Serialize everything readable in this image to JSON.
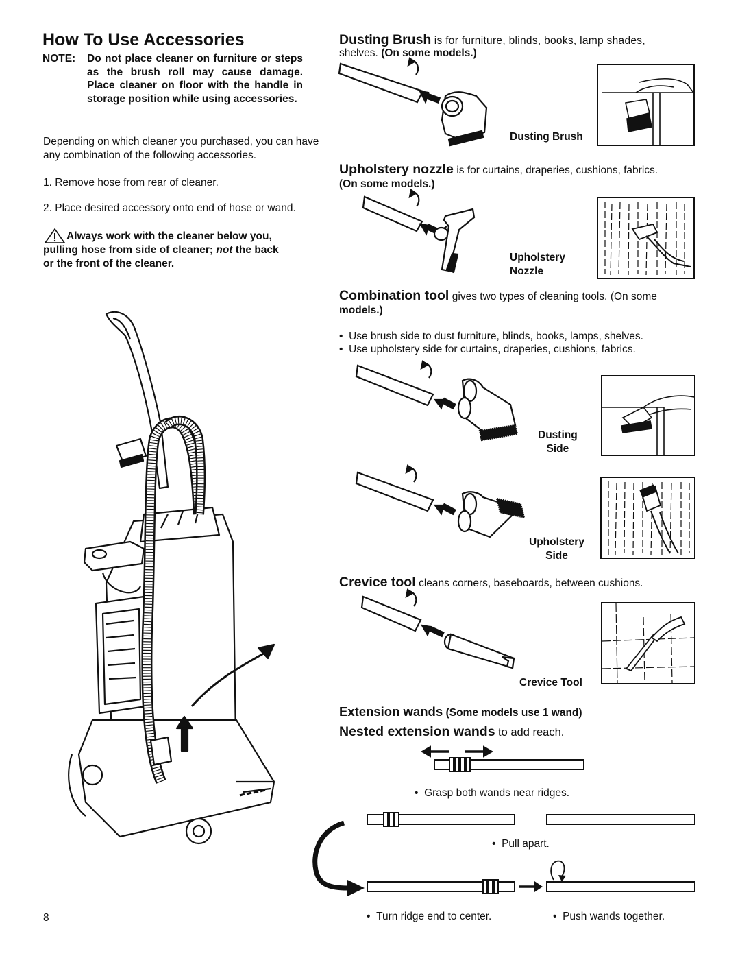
{
  "left": {
    "title": "How To Use Accessories",
    "note_prefix": "NOTE:",
    "note_text": "Do not place cleaner on furniture or steps as the brush roll may cause damage. Place cleaner on floor with the handle in storage position while using accessories.",
    "intro": "Depending on which cleaner you purchased, you can have any combination of the following accessories.",
    "step1": "1.  Remove hose from rear of cleaner.",
    "step2": "2.  Place desired accessory onto end of hose or wand.",
    "warning_line1": "Always work with the cleaner below you,",
    "warning_line2a": "pulling hose from side of cleaner; ",
    "warning_not": "not",
    "warning_line2b": " the back",
    "warning_line3": "or the front of the cleaner.",
    "page_number": "8"
  },
  "dusting_brush": {
    "heading": "Dusting Brush",
    "desc1": "is for furniture, blinds, books, lamp shades,",
    "desc2": "shelves.",
    "models": "(On some models.)",
    "caption": "Dusting Brush"
  },
  "upholstery": {
    "heading": "Upholstery nozzle",
    "desc": "is for curtains, draperies, cushions, fabrics.",
    "models": "(On some models.)",
    "caption_line1": "Upholstery",
    "caption_line2": "Nozzle"
  },
  "combination": {
    "heading": "Combination tool",
    "desc": "gives two types of cleaning tools.",
    "models_a": "(On some",
    "models_b": "models.)",
    "bullet1": "Use brush side to dust furniture, blinds, books, lamps, shelves.",
    "bullet2": "Use upholstery side for curtains, draperies, cushions, fabrics.",
    "dusting_line1": "Dusting",
    "dusting_line2": "Side",
    "upholstery_line1": "Upholstery",
    "upholstery_line2": "Side"
  },
  "crevice": {
    "heading": "Crevice tool",
    "desc": "cleans corners, baseboards, between cushions.",
    "caption": "Crevice Tool"
  },
  "wands": {
    "heading": "Extension wands",
    "note": "(Some models use 1 wand)",
    "nested_heading": "Nested extension wands",
    "nested_desc": "to add reach.",
    "step_grasp": "Grasp both wands near ridges.",
    "step_pull": "Pull apart.",
    "step_turn": "Turn ridge end to center.",
    "step_push": "Push wands together."
  },
  "bullet_symbol": "•"
}
